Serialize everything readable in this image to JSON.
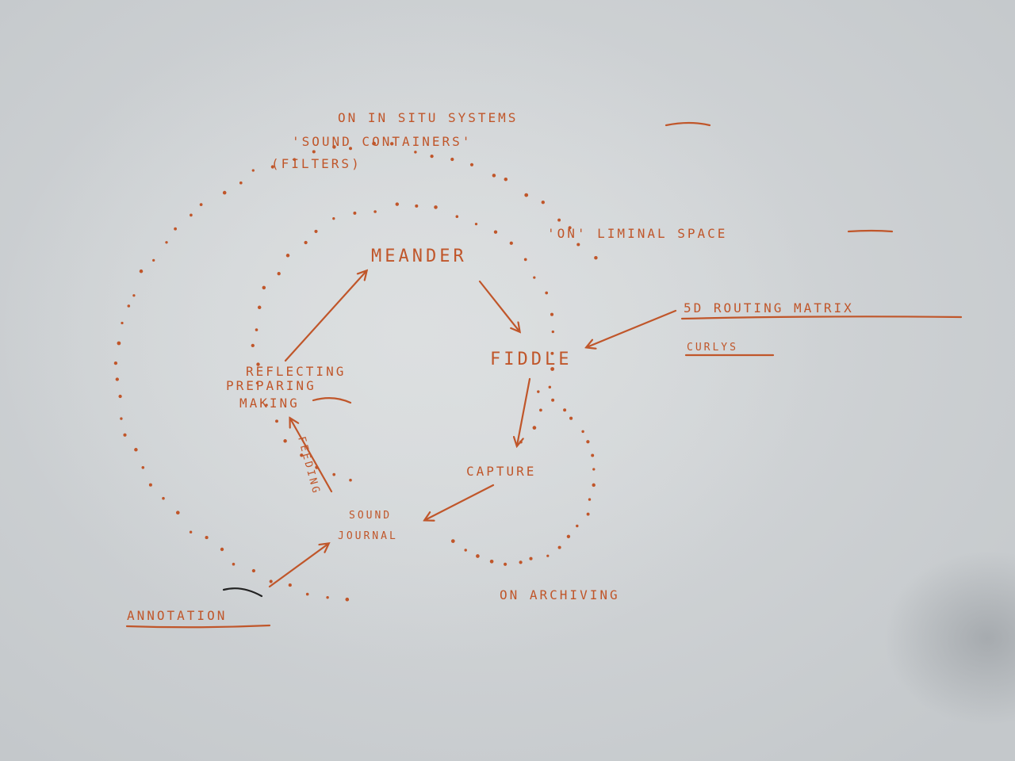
{
  "nodes": {
    "meander": "MEANDER",
    "fiddle": "FIDDLE",
    "capture": "CAPTURE",
    "sound_journal_line1": "SOUND",
    "sound_journal_line2": "JOURNAL",
    "reflecting_line1": "REFLECTING",
    "reflecting_line2": "PREPARING",
    "reflecting_line3": "MAKING",
    "annotation": "ANNOTATION"
  },
  "edge_labels": {
    "journal_to_reflecting": "FEEDING"
  },
  "notes": {
    "in_situ": "ON IN SITU SYSTEMS",
    "sound_containers": "'SOUND CONTAINERS'",
    "filters": "(FILTERS)",
    "liminal": "'ON' LIMINAL SPACE",
    "routing_matrix": "5D ROUTING MATRIX",
    "routing_sub": "CURLYS",
    "archiving": "ON ARCHIVING"
  },
  "colors": {
    "ink": "#c0562a",
    "paper": "#d8dbdd"
  }
}
